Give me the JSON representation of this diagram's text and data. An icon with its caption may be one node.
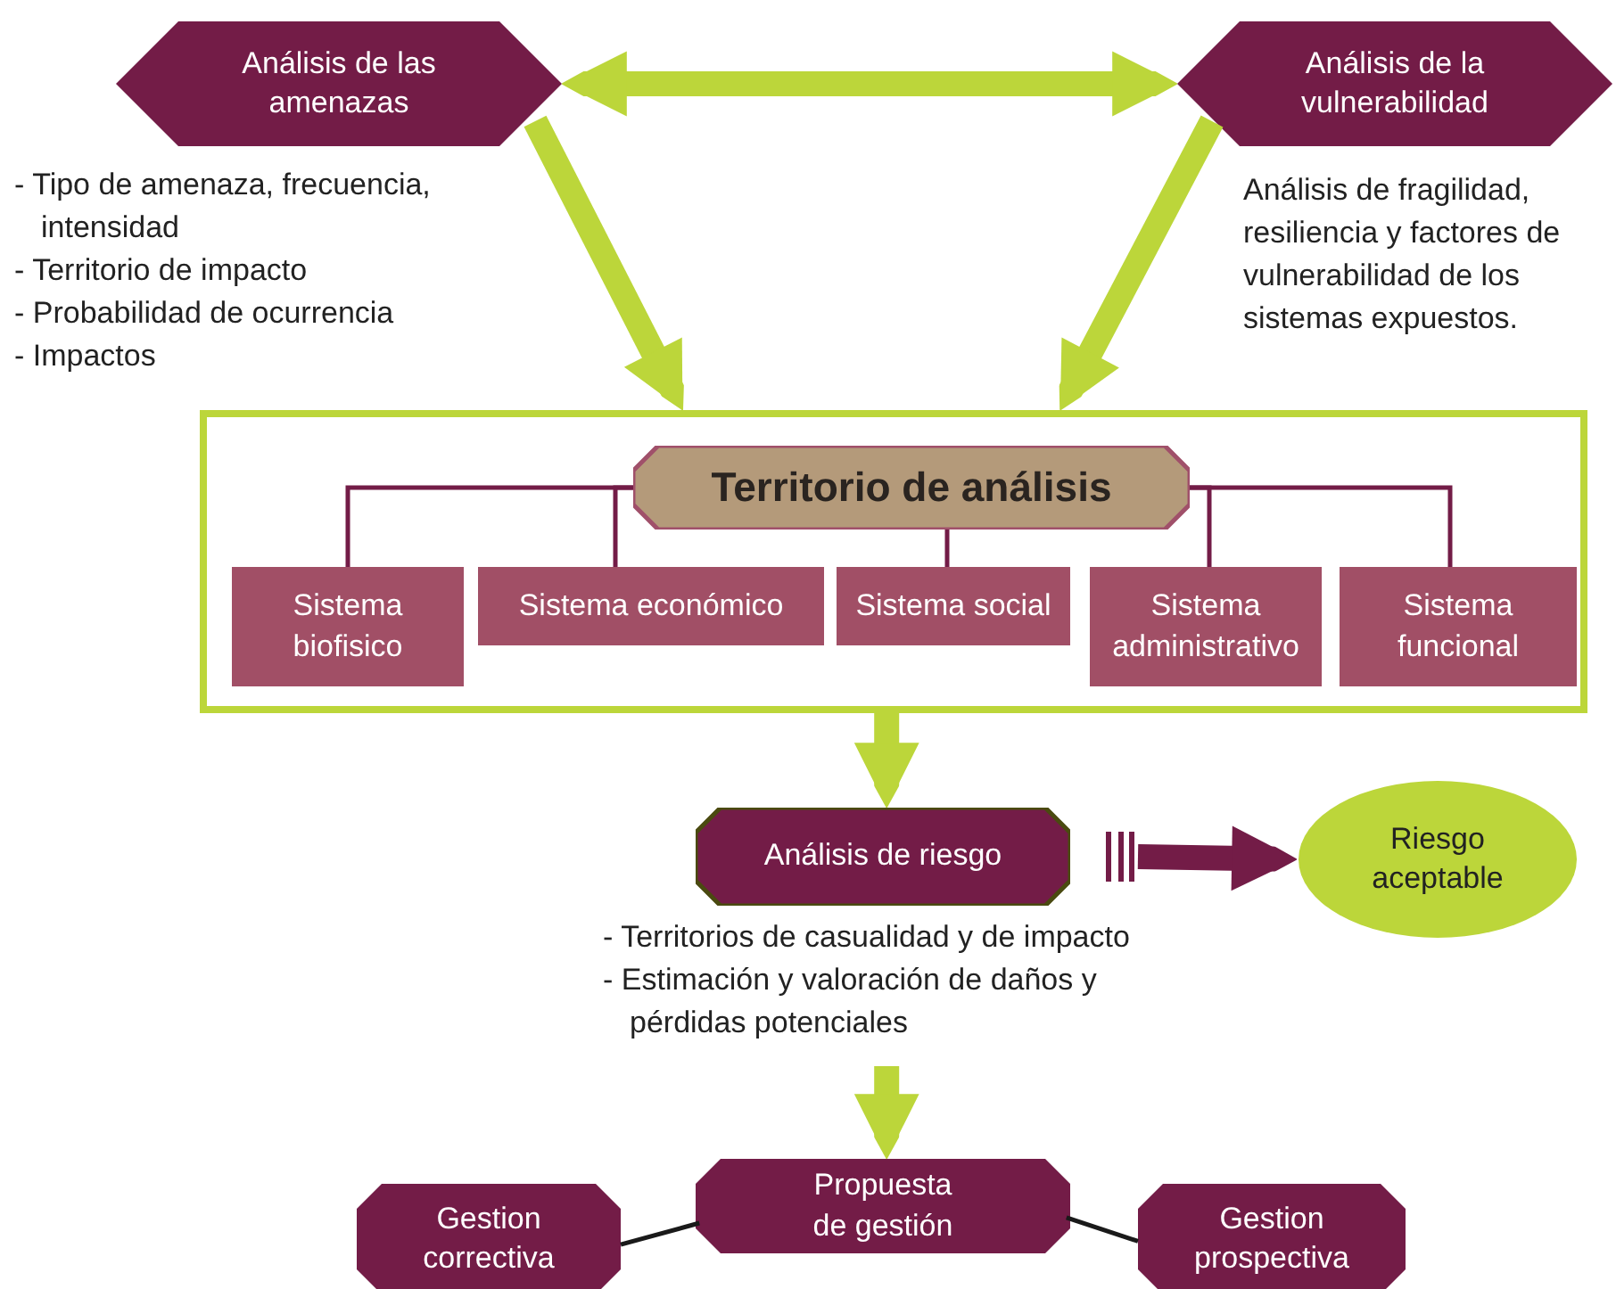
{
  "diagram": {
    "nodes": [
      {
        "text": [
          "Análisis de las amenazas"
        ],
        "beside": [
          "- Tipo de amenaza, frecuencia, intensidad",
          "- Territorio de impacto",
          "- Probabilidad de ocurrencia",
          "- Impactos"
        ]
      },
      {
        "text": [
          "Análisis de la vulnerabilidad"
        ],
        "beside": [
          "Análisis de fragilidad, resiliencia y factores de vulnerabilidad de los sistemas expuestos."
        ]
      },
      {
        "text": [],
        "shape": "box"
      },
      {
        "text": [
          "Territorio de análisis"
        ],
        "in": 2
      },
      {
        "text": [
          "Sistema biofisico"
        ],
        "in": 2
      },
      {
        "text": [
          "Sistema económico"
        ],
        "in": 2
      },
      {
        "text": [
          "Sistema social"
        ],
        "in": 2
      },
      {
        "text": [
          "Sistema administrativo"
        ],
        "in": 2
      },
      {
        "text": [
          "Sistema funcional"
        ],
        "in": 2
      },
      {
        "text": [
          "Análisis de riesgo"
        ],
        "beside": [
          "- Territorios de casualidad y de impacto",
          "- Estimación y valoración de  daños y pérdidas potenciales"
        ]
      },
      {
        "text": [
          "Riesgo aceptable"
        ]
      },
      {
        "text": [
          "Propuesta de gestión"
        ]
      },
      {
        "text": [
          "Gestion correctiva"
        ]
      },
      {
        "text": [
          "Gestion prospectiva"
        ]
      }
    ],
    "edges": [
      {
        "from": 0,
        "to": 1,
        "arrow": "both",
        "style": "thick",
        "color": "#bcd63a"
      },
      {
        "from": 0,
        "to": 2,
        "arrow": "to",
        "style": "thick",
        "color": "#bcd63a"
      },
      {
        "from": 1,
        "to": 2,
        "arrow": "to",
        "style": "thick",
        "color": "#bcd63a"
      },
      {
        "from": 3,
        "to": 4,
        "arrow": "none",
        "color": "#731c47"
      },
      {
        "from": 3,
        "to": 5,
        "arrow": "none",
        "color": "#731c47"
      },
      {
        "from": 3,
        "to": 6,
        "arrow": "none",
        "color": "#731c47"
      },
      {
        "from": 3,
        "to": 7,
        "arrow": "none",
        "color": "#731c47"
      },
      {
        "from": 3,
        "to": 8,
        "arrow": "none",
        "color": "#731c47"
      },
      {
        "from": 2,
        "to": 9,
        "arrow": "to",
        "style": "thick",
        "color": "#bcd63a"
      },
      {
        "from": 9,
        "to": 10,
        "arrow": "to",
        "style": "thick",
        "color": "#731c47"
      },
      {
        "from": 9,
        "to": 11,
        "arrow": "to",
        "style": "thick",
        "color": "#bcd63a"
      },
      {
        "from": 11,
        "to": 12,
        "arrow": "none",
        "color": "#1a1a1a"
      },
      {
        "from": 11,
        "to": 13,
        "arrow": "none",
        "color": "#1a1a1a"
      }
    ]
  }
}
